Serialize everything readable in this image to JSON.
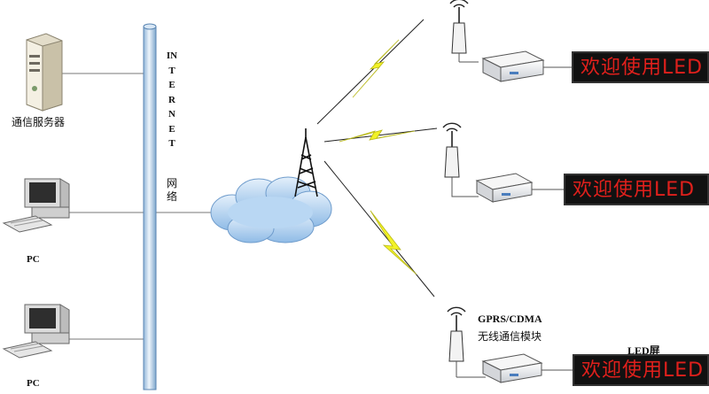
{
  "labels": {
    "server": "通信服务器",
    "pc1": "PC",
    "pc2": "PC",
    "internet": "INTERNET",
    "internet_cn": "网络",
    "module_line1": "GPRS/CDMA",
    "module_line2": "无线通信模块",
    "led_caption": "LED屏"
  },
  "led_screens": [
    {
      "text": "欢迎使用LED"
    },
    {
      "text": "欢迎使用LED"
    },
    {
      "text": "欢迎使用LED"
    }
  ],
  "colors": {
    "led_background": "#111111",
    "led_text": "#e0201c",
    "lightning": "#f2f226",
    "cloud": "#a9cdef",
    "pipe": "#cfe0f0"
  }
}
